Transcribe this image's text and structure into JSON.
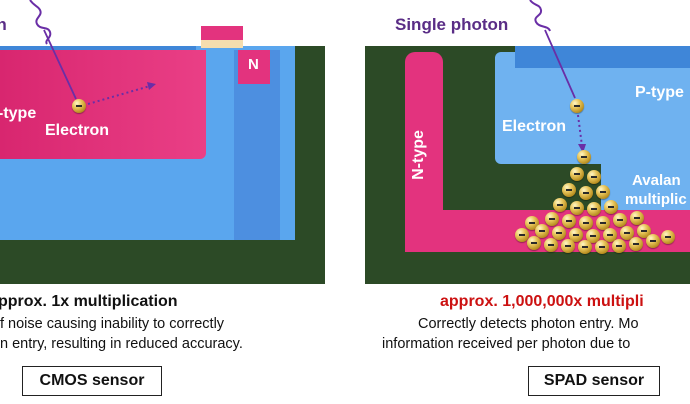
{
  "left": {
    "labels": {
      "type": "-type",
      "electron": "Electron",
      "n": "N"
    },
    "caption": {
      "title": "pprox. 1x multiplication",
      "line1": "f noise causing inability to correctly",
      "line2": "n entry, resulting in reduced accuracy."
    },
    "sensor_label": "CMOS sensor"
  },
  "right": {
    "labels": {
      "single_photon": "Single photon",
      "p_type": "P-type",
      "n_type": "N-type",
      "electron": "Electron",
      "avalanche_line1": "Avalan",
      "avalanche_line2": "multiplic"
    },
    "caption": {
      "title": "approx. 1,000,000x multipli",
      "line1": "Correctly detects photon entry. Mo",
      "line2": "information received per photon due to"
    },
    "sensor_label": "SPAD sensor"
  },
  "colors": {
    "substrate": "#2c4a26",
    "p_region": "#5aa6ee",
    "n_region": "#e3337e",
    "photon": "#6a2ea6",
    "highlight_red": "#cc1111"
  }
}
